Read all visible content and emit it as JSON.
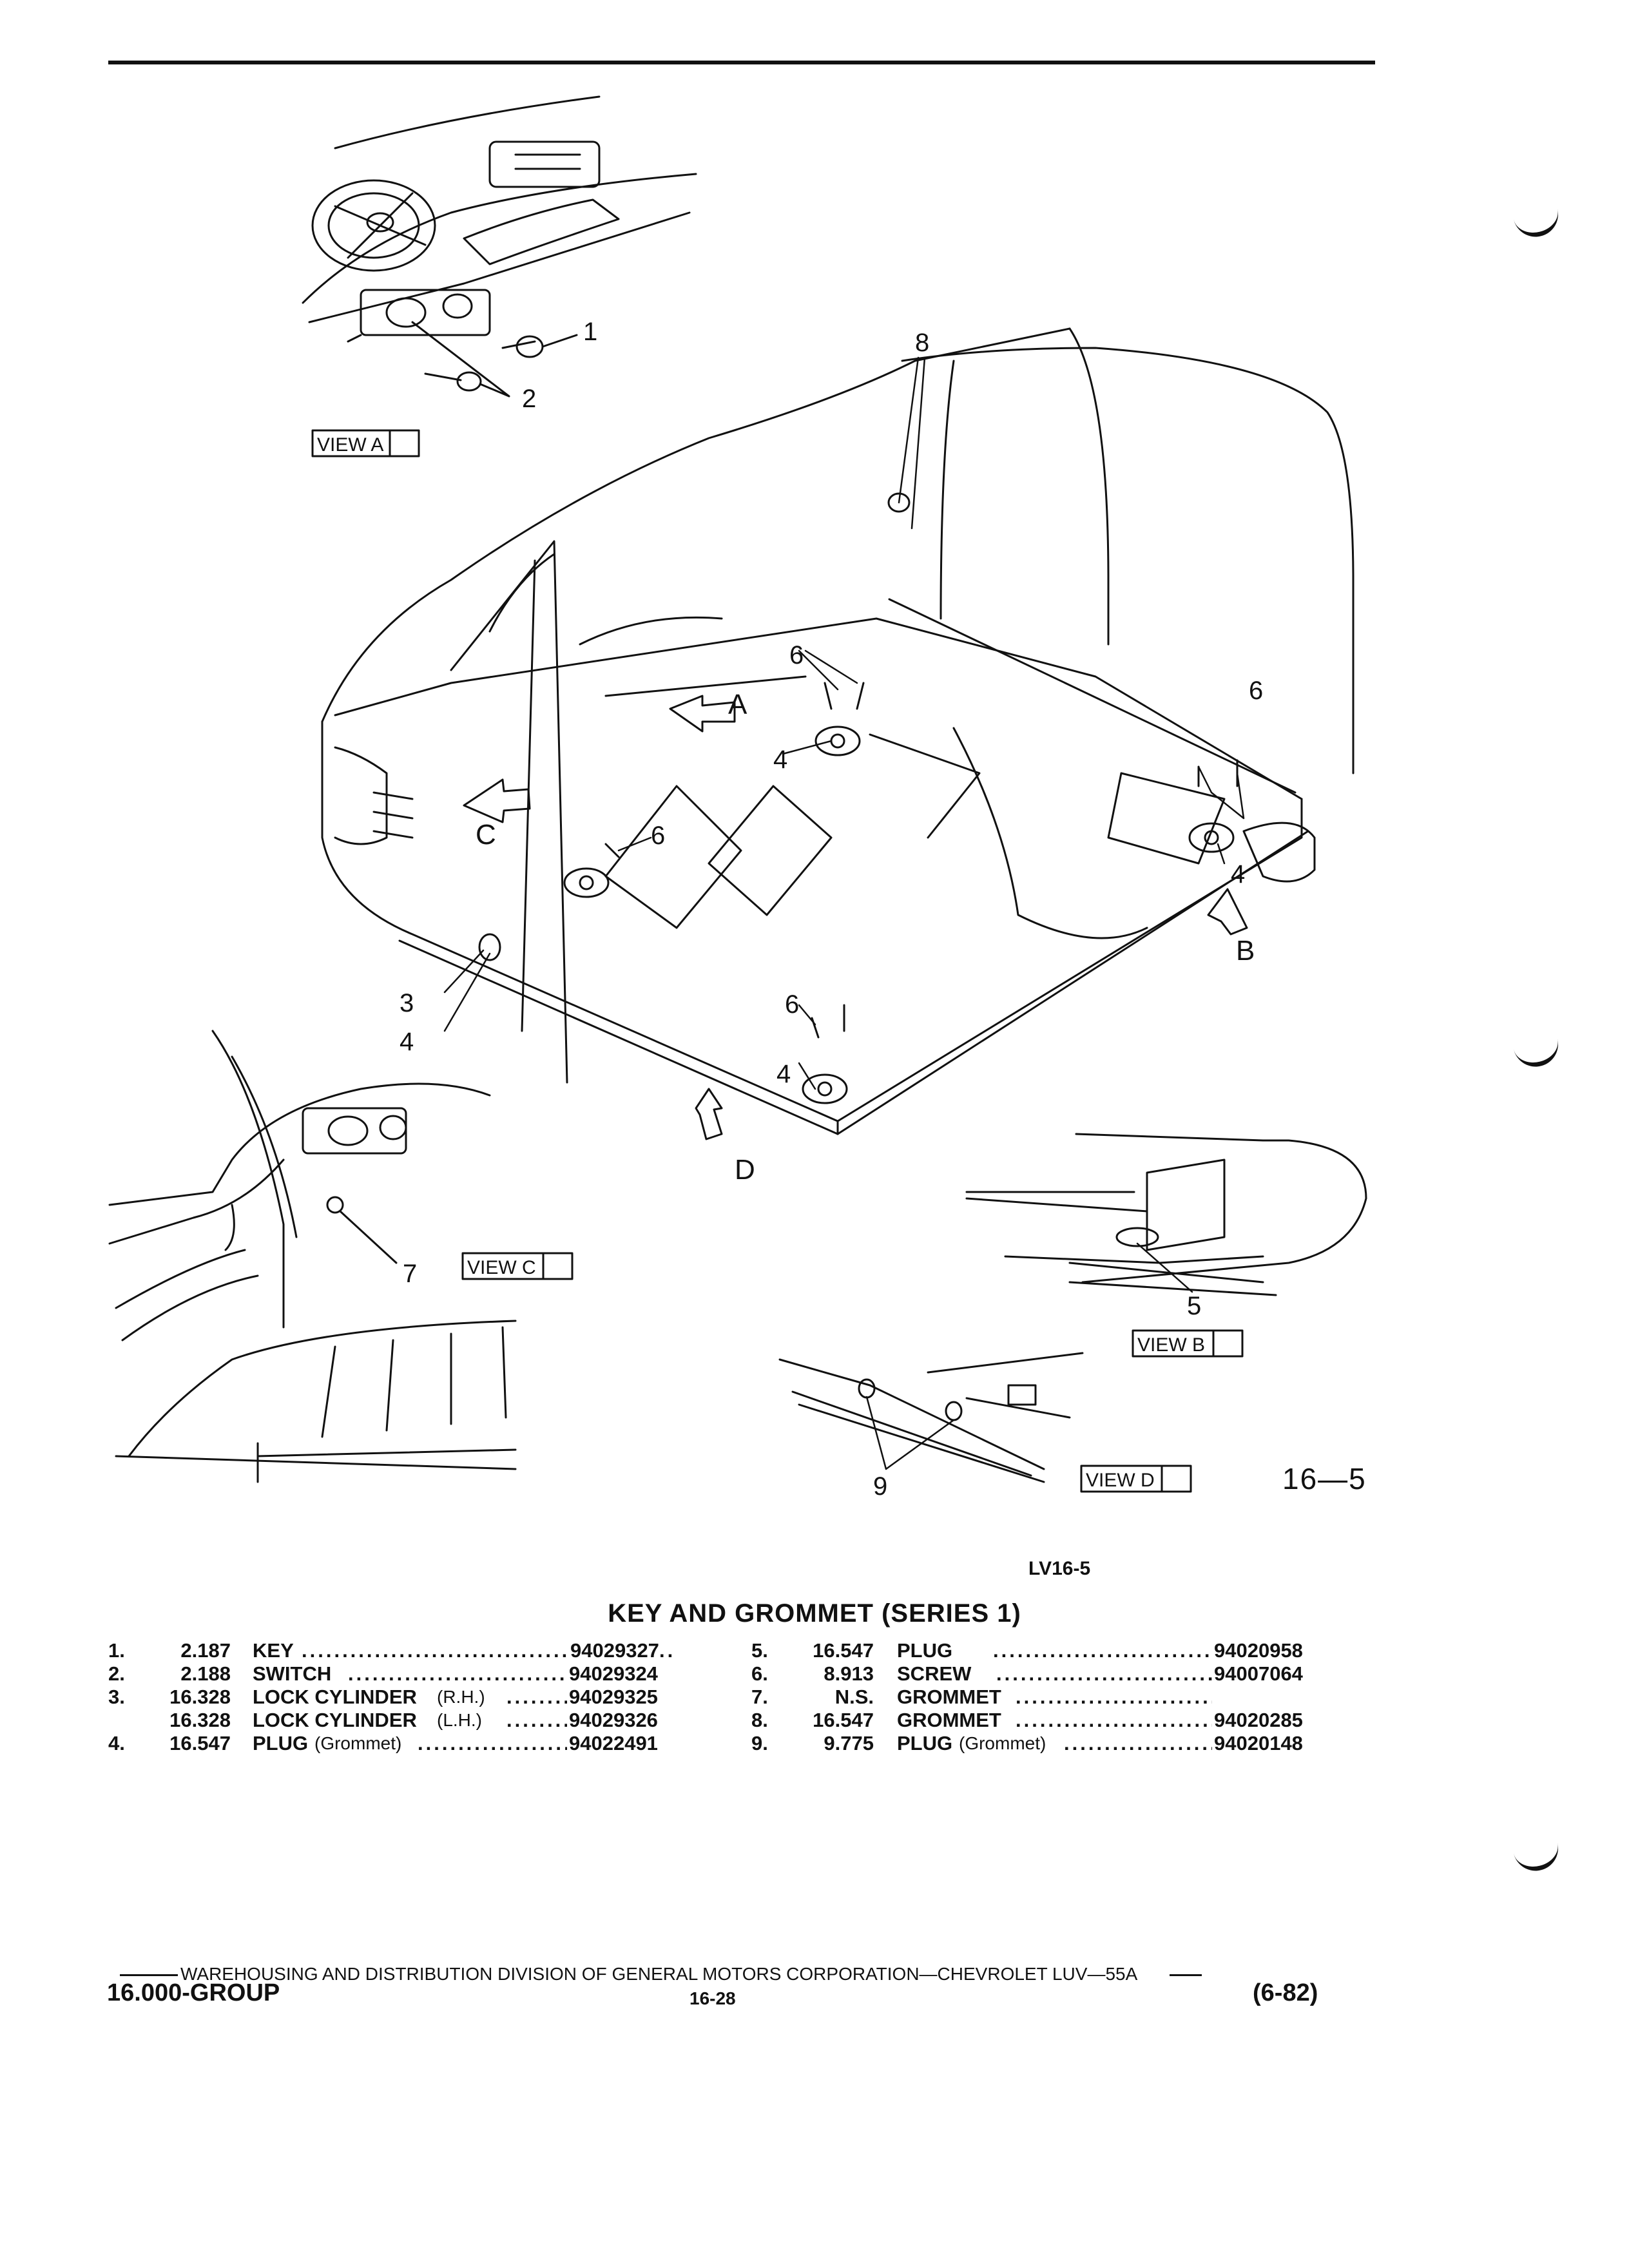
{
  "figure": {
    "callouts": [
      "1",
      "2",
      "3",
      "4",
      "5",
      "6",
      "7",
      "8",
      "9"
    ],
    "direction_letters": [
      "A",
      "B",
      "C",
      "D"
    ],
    "views": {
      "a": "VIEW A",
      "b": "VIEW B",
      "c": "VIEW C",
      "d": "VIEW D"
    },
    "figure_number": "16—5",
    "reference": "LV16-5"
  },
  "parts_list": {
    "title": "KEY AND GROMMET (SERIES 1)",
    "left": [
      {
        "num": "1.",
        "code": "2.187",
        "name": "KEY",
        "qual": "",
        "part": "94029327"
      },
      {
        "num": "2.",
        "code": "2.188",
        "name": "SWITCH",
        "qual": "",
        "part": "94029324"
      },
      {
        "num": "3.",
        "code": "16.328",
        "name": "LOCK CYLINDER",
        "qual": "(R.H.)",
        "part": "94029325"
      },
      {
        "num": "",
        "code": "16.328",
        "name": "LOCK CYLINDER",
        "qual": "(L.H.)",
        "part": "94029326"
      },
      {
        "num": "4.",
        "code": "16.547",
        "name": "PLUG",
        "qual": "(Grommet)",
        "part": "94022491"
      }
    ],
    "right": [
      {
        "num": "5.",
        "code": "16.547",
        "name": "PLUG",
        "qual": "",
        "part": "94020958"
      },
      {
        "num": "6.",
        "code": "8.913",
        "name": "SCREW",
        "qual": "",
        "part": "94007064"
      },
      {
        "num": "7.",
        "code": "N.S.",
        "name": "GROMMET",
        "qual": "",
        "part": ""
      },
      {
        "num": "8.",
        "code": "16.547",
        "name": "GROMMET",
        "qual": "",
        "part": "94020285"
      },
      {
        "num": "9.",
        "code": "9.775",
        "name": "PLUG",
        "qual": "(Grommet)",
        "part": "94020148"
      }
    ]
  },
  "footer": {
    "line": "WAREHOUSING AND DISTRIBUTION  DIVISION OF GENERAL MOTORS CORPORATION—CHEVROLET LUV—55A",
    "group": "16.000-GROUP",
    "page": "16-28",
    "date": "(6-82)"
  }
}
